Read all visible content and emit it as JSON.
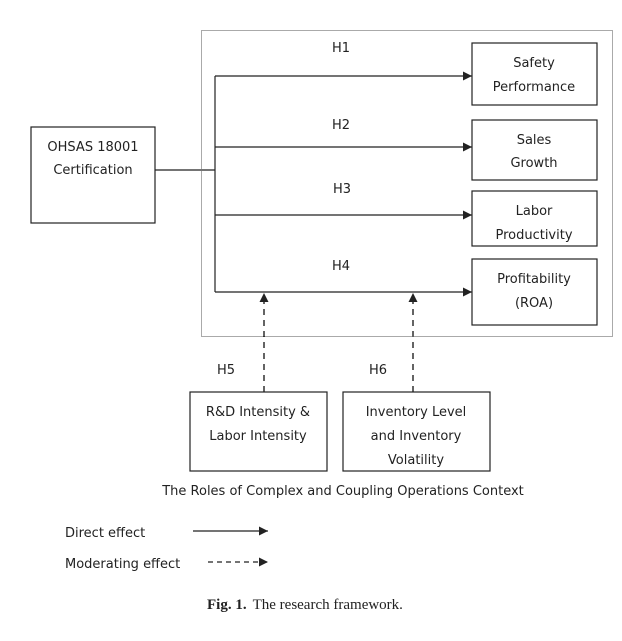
{
  "independent": {
    "line1": "OHSAS 18001",
    "line2": "Certification"
  },
  "hypotheses": {
    "h1": "H1",
    "h2": "H2",
    "h3": "H3",
    "h4": "H4",
    "h5": "H5",
    "h6": "H6"
  },
  "outcomes": [
    {
      "line1": "Safety",
      "line2": "Performance"
    },
    {
      "line1": "Sales",
      "line2": "Growth"
    },
    {
      "line1": "Labor",
      "line2": "Productivity"
    },
    {
      "line1": "Profitability",
      "line2": "(ROA)"
    }
  ],
  "moderators": [
    {
      "line1": "R&D Intensity &",
      "line2": "Labor Intensity"
    },
    {
      "line1": "Inventory Level",
      "line2": "and Inventory",
      "line3": "Volatility"
    }
  ],
  "context_label": "The Roles of Complex and Coupling Operations Context",
  "legend": {
    "direct": "Direct effect",
    "moderating": "Moderating effect"
  },
  "caption": {
    "prefix": "Fig. 1.",
    "text": "The research framework."
  }
}
